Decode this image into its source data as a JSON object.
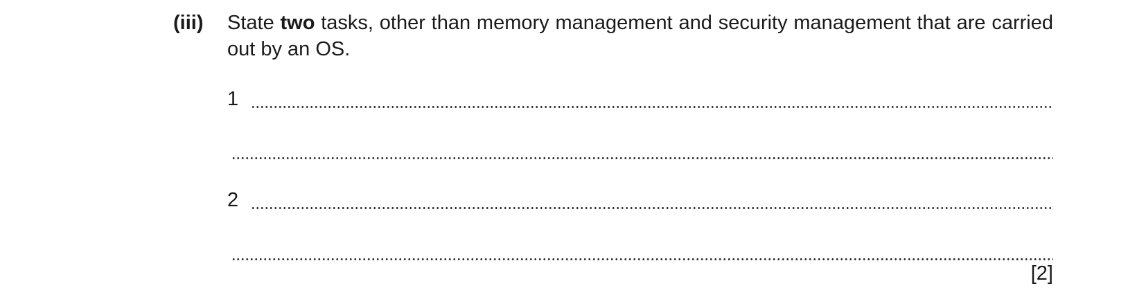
{
  "question": {
    "part_label": "(iii)",
    "text_before": "State ",
    "text_bold": "two",
    "text_after": " tasks, other than memory management and security management that are carried out by an OS.",
    "answer_lines": [
      {
        "number": "1"
      },
      {
        "number": ""
      },
      {
        "number": "2"
      },
      {
        "number": ""
      }
    ],
    "marks": "[2]"
  }
}
